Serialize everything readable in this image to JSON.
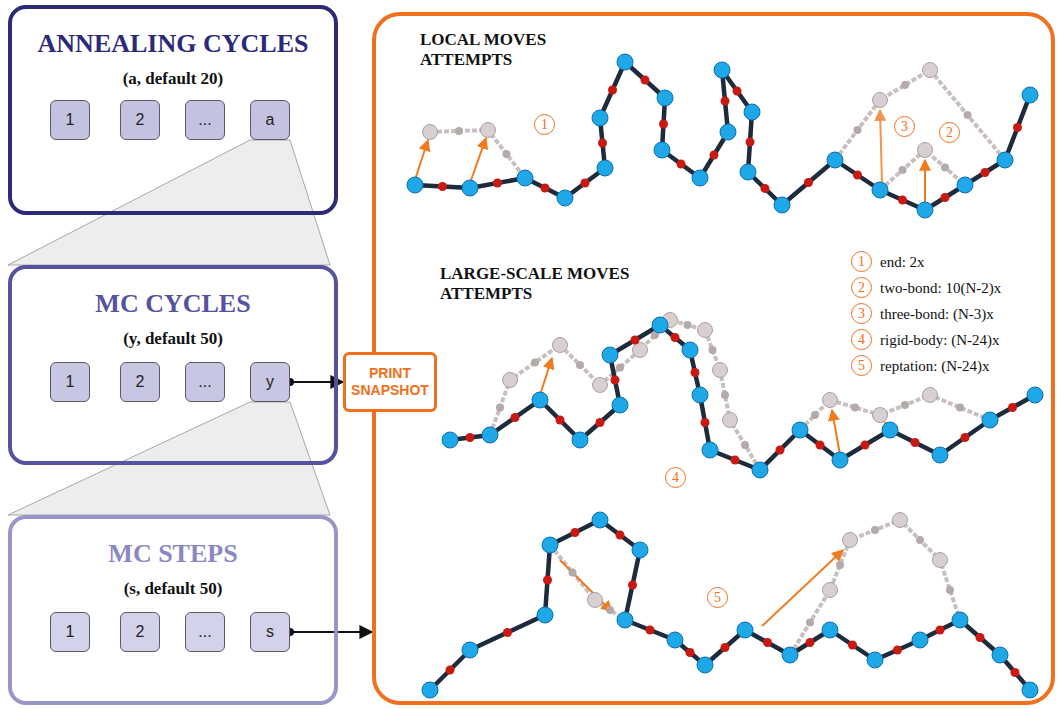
{
  "diagram": {
    "nodes": [
      {
        "text": [
          "ANNEALING CYCLES",
          "(a, default 20)"
        ]
      },
      {
        "text": [
          "1"
        ],
        "in": 0
      },
      {
        "text": [
          "2"
        ],
        "in": 0
      },
      {
        "text": [
          "..."
        ],
        "in": 0
      },
      {
        "text": [
          "a"
        ],
        "in": 0
      },
      {
        "text": [
          "MC CYCLES",
          "(y, default 50)"
        ]
      },
      {
        "text": [
          "1"
        ],
        "in": 5
      },
      {
        "text": [
          "2"
        ],
        "in": 5
      },
      {
        "text": [
          "..."
        ],
        "in": 5
      },
      {
        "text": [
          "y"
        ],
        "in": 5
      },
      {
        "text": [
          "MC STEPS",
          "(s, default 50)"
        ]
      },
      {
        "text": [
          "1"
        ],
        "in": 10
      },
      {
        "text": [
          "2"
        ],
        "in": 10
      },
      {
        "text": [
          "..."
        ],
        "in": 10
      },
      {
        "text": [
          "s"
        ],
        "in": 10
      },
      {
        "text": [
          "PRINT SNAPSHOT"
        ]
      },
      {
        "text": [
          "LOCAL MOVES ATTEMPTS",
          "LARGE-SCALE MOVES ATTEMPTS"
        ]
      }
    ],
    "edges": [
      {
        "from": 9,
        "to": 15,
        "arrow": "to"
      },
      {
        "from": 14,
        "to": 16,
        "arrow": "to"
      }
    ],
    "labels": [
      "1",
      "3",
      "2",
      "1",
      "end: 2x",
      "2",
      "two-bond: 10(N-2)x",
      "3",
      "three-bond: (N-3)x",
      "4",
      "rigid-body: (N-24)x",
      "5",
      "reptation: (N-24)x",
      "4",
      "5"
    ]
  }
}
